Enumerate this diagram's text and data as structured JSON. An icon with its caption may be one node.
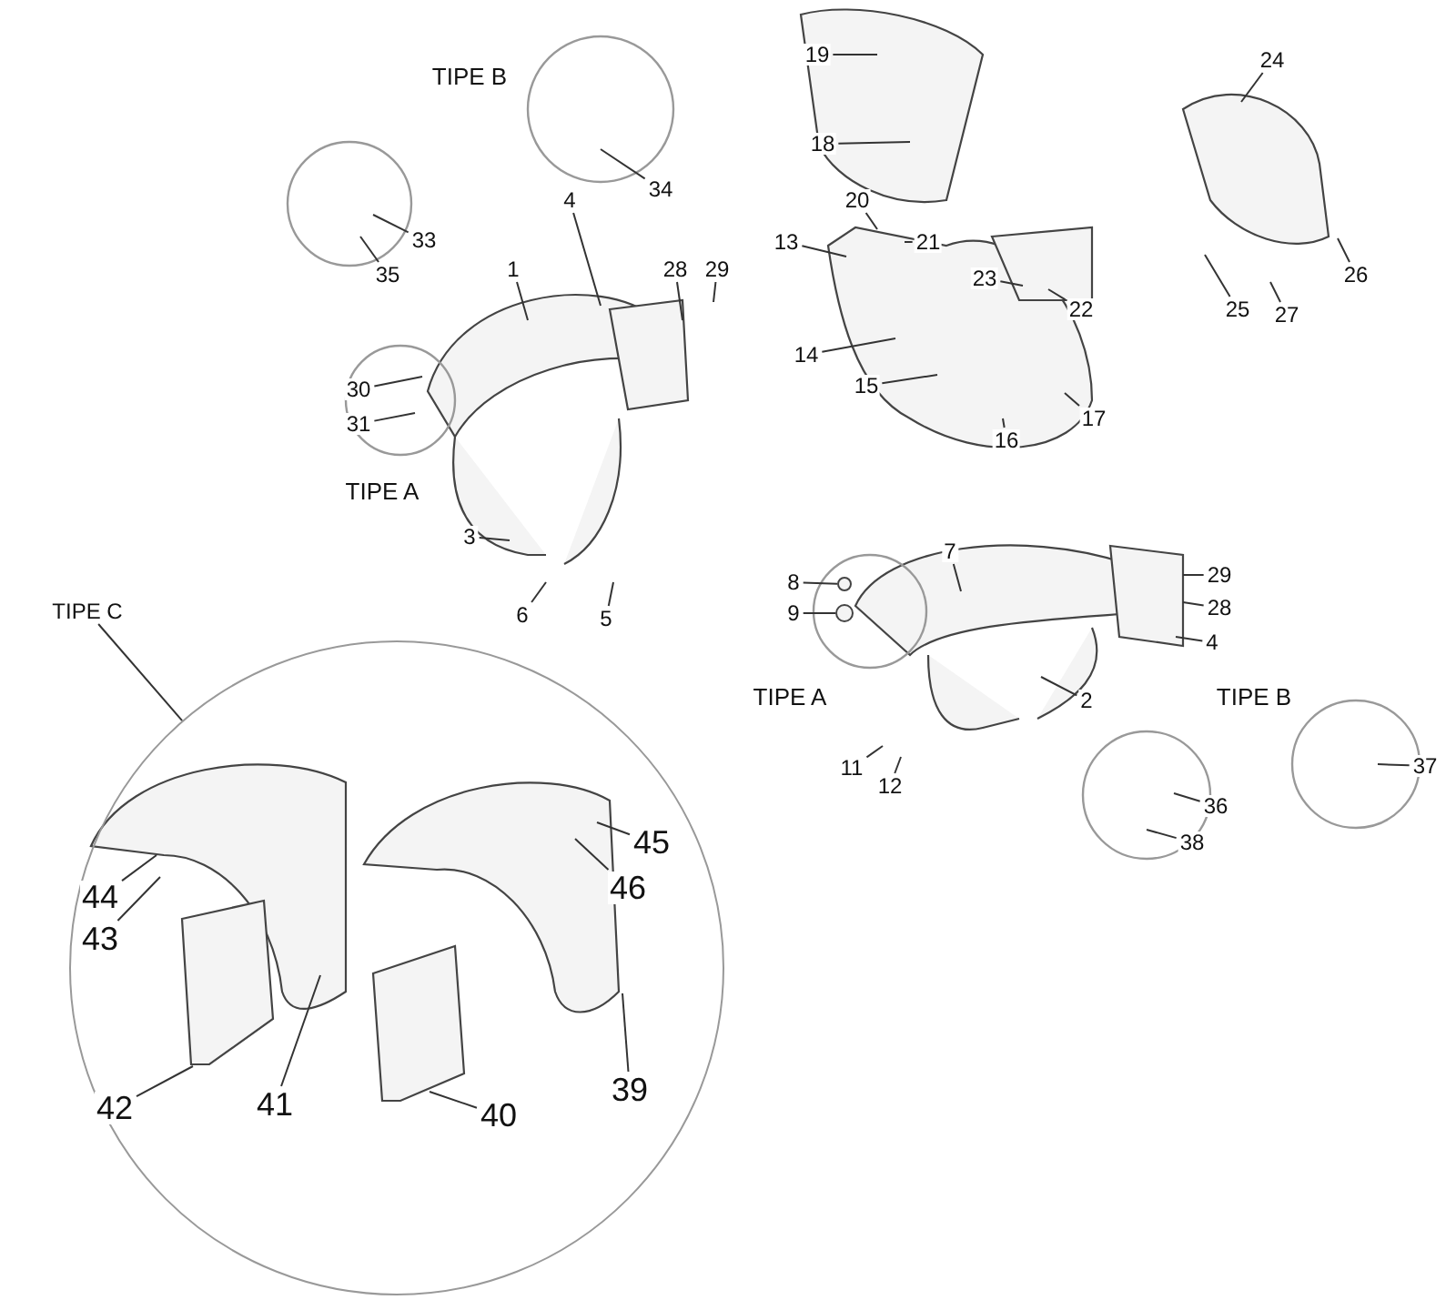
{
  "diagram": {
    "nodes": [
      {
        "text": [
          "33"
        ]
      },
      {
        "text": [
          "35"
        ]
      },
      {
        "text": [
          "34"
        ]
      },
      {
        "text": [
          "19"
        ]
      },
      {
        "text": [
          "18"
        ]
      },
      {
        "text": [
          "24"
        ]
      },
      {
        "text": [
          "1"
        ]
      },
      {
        "text": [
          "4"
        ]
      },
      {
        "text": [
          "28"
        ]
      },
      {
        "text": [
          "29"
        ]
      },
      {
        "text": [
          "20"
        ]
      },
      {
        "text": [
          "13"
        ]
      },
      {
        "text": [
          "21"
        ]
      },
      {
        "text": [
          "23"
        ]
      },
      {
        "text": [
          "22"
        ]
      },
      {
        "text": [
          "26"
        ]
      },
      {
        "text": [
          "25"
        ]
      },
      {
        "text": [
          "27"
        ]
      },
      {
        "text": [
          "14"
        ]
      },
      {
        "text": [
          "15"
        ]
      },
      {
        "text": [
          "17"
        ]
      },
      {
        "text": [
          "16"
        ]
      },
      {
        "text": [
          "30"
        ]
      },
      {
        "text": [
          "31"
        ]
      },
      {
        "text": [
          "3"
        ]
      },
      {
        "text": [
          "7"
        ]
      },
      {
        "text": [
          "29"
        ]
      },
      {
        "text": [
          "8"
        ]
      },
      {
        "text": [
          "28"
        ]
      },
      {
        "text": [
          "9"
        ]
      },
      {
        "text": [
          "6"
        ]
      },
      {
        "text": [
          "5"
        ]
      },
      {
        "text": [
          "4"
        ]
      },
      {
        "text": [
          "TIPE C"
        ]
      },
      {
        "text": [],
        "shape": "circle"
      },
      {
        "text": [
          "2"
        ]
      },
      {
        "text": [
          "11"
        ]
      },
      {
        "text": [
          "12"
        ]
      },
      {
        "text": [
          "36"
        ]
      },
      {
        "text": [
          "38"
        ]
      },
      {
        "text": [
          "37"
        ]
      },
      {
        "text": [
          "45"
        ],
        "in": 34
      },
      {
        "text": [
          "44"
        ],
        "in": 34
      },
      {
        "text": [
          "46"
        ],
        "in": 34
      },
      {
        "text": [
          "43"
        ],
        "in": 34
      },
      {
        "text": [
          "42"
        ],
        "in": 34
      },
      {
        "text": [
          "41"
        ],
        "in": 34
      },
      {
        "text": [
          "40"
        ],
        "in": 34
      },
      {
        "text": [
          "39"
        ],
        "in": 34
      },
      {
        "text": [],
        "shape": "circle"
      },
      {
        "text": [],
        "shape": "circle"
      }
    ],
    "edges": [
      {
        "from": 0,
        "to": null,
        "arrow": "none"
      },
      {
        "from": 1,
        "to": null,
        "arrow": "none"
      },
      {
        "from": 2,
        "to": null,
        "arrow": "none"
      },
      {
        "from": 3,
        "to": null,
        "arrow": "none"
      },
      {
        "from": 4,
        "to": null,
        "arrow": "none"
      },
      {
        "from": 5,
        "to": null,
        "arrow": "none"
      },
      {
        "from": 6,
        "to": null,
        "arrow": "none"
      },
      {
        "from": 7,
        "to": null,
        "arrow": "none"
      },
      {
        "from": 8,
        "to": null,
        "arrow": "none"
      },
      {
        "from": 9,
        "to": null,
        "arrow": "none"
      },
      {
        "from": 10,
        "to": null,
        "arrow": "none"
      },
      {
        "from": 11,
        "to": null,
        "arrow": "none"
      },
      {
        "from": 12,
        "to": null,
        "arrow": "none"
      },
      {
        "from": 13,
        "to": null,
        "arrow": "none"
      },
      {
        "from": 14,
        "to": null,
        "arrow": "none"
      },
      {
        "from": 15,
        "to": null,
        "arrow": "none"
      },
      {
        "from": 16,
        "to": null,
        "arrow": "none"
      },
      {
        "from": 17,
        "to": null,
        "arrow": "none"
      },
      {
        "from": 18,
        "to": null,
        "arrow": "none"
      },
      {
        "from": 19,
        "to": null,
        "arrow": "none"
      },
      {
        "from": 20,
        "to": null,
        "arrow": "none"
      },
      {
        "from": 21,
        "to": null,
        "arrow": "none"
      },
      {
        "from": 22,
        "to": null,
        "arrow": "none"
      },
      {
        "from": 23,
        "to": null,
        "arrow": "none"
      },
      {
        "from": 24,
        "to": null,
        "arrow": "none"
      },
      {
        "from": 25,
        "to": null,
        "arrow": "none"
      },
      {
        "from": 26,
        "to": null,
        "arrow": "none"
      },
      {
        "from": 27,
        "to": 49,
        "arrow": "none"
      },
      {
        "from": 28,
        "to": null,
        "arrow": "none"
      },
      {
        "from": 29,
        "to": 50,
        "arrow": "none"
      },
      {
        "from": 30,
        "to": null,
        "arrow": "none"
      },
      {
        "from": 31,
        "to": null,
        "arrow": "none"
      },
      {
        "from": 32,
        "to": null,
        "arrow": "none"
      },
      {
        "from": 33,
        "to": 34,
        "arrow": "none"
      },
      {
        "from": 35,
        "to": null,
        "arrow": "none"
      },
      {
        "from": 36,
        "to": null,
        "arrow": "none"
      },
      {
        "from": 37,
        "to": null,
        "arrow": "none"
      },
      {
        "from": 38,
        "to": null,
        "arrow": "none"
      },
      {
        "from": 39,
        "to": null,
        "arrow": "none"
      },
      {
        "from": 40,
        "to": null,
        "arrow": "none"
      },
      {
        "from": 41,
        "to": null,
        "arrow": "none"
      },
      {
        "from": 42,
        "to": null,
        "arrow": "none"
      },
      {
        "from": 43,
        "to": null,
        "arrow": "none"
      },
      {
        "from": 44,
        "to": null,
        "arrow": "none"
      },
      {
        "from": 45,
        "to": null,
        "arrow": "none"
      },
      {
        "from": 46,
        "to": null,
        "arrow": "none"
      },
      {
        "from": 47,
        "to": null,
        "arrow": "none"
      },
      {
        "from": 48,
        "to": null,
        "arrow": "none"
      }
    ],
    "labels": [
      "TIPE B",
      "TIPE A",
      "TIPE A",
      "TIPE B"
    ]
  }
}
